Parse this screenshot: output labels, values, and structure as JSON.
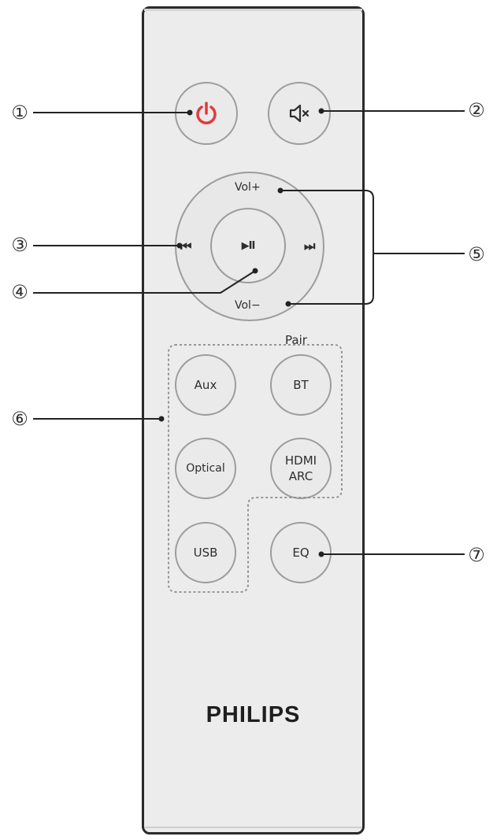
{
  "remote": {
    "brand": "PHILIPS",
    "accent_color": "#e03a3e",
    "buttons": {
      "power_icon": "power-icon",
      "mute_icon": "mute-icon",
      "vol_up": "Vol+",
      "vol_down": "Vol−",
      "prev_glyph": "⏮",
      "next_glyph": "⏭",
      "play_pause_glyph": "▶II",
      "pair_label": "Pair",
      "aux": "Aux",
      "bt": "BT",
      "optical": "Optical",
      "hdmi_arc": "HDMI\nARC",
      "usb": "USB",
      "eq": "EQ"
    }
  },
  "callouts": [
    "①",
    "②",
    "③",
    "④",
    "⑤",
    "⑥",
    "⑦"
  ]
}
